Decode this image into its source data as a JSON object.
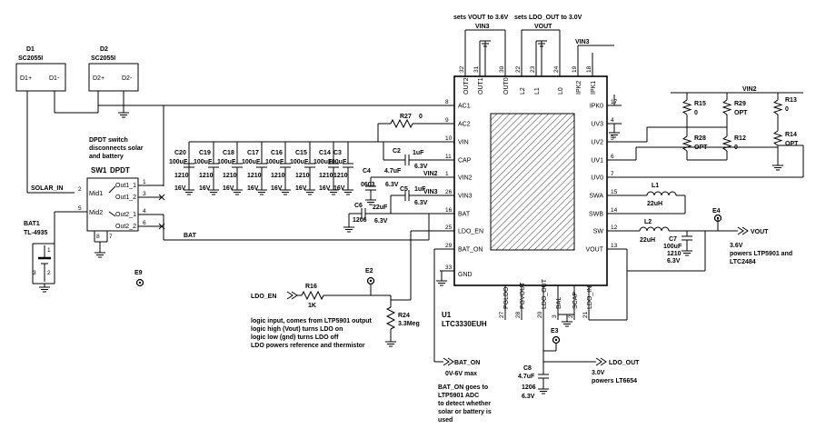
{
  "top_note_1": "sets VOUT to 3.6V",
  "top_note_2": "sets LDO_OUT to 3.0V",
  "vin3_a": "VIN3",
  "vout_top": "VOUT",
  "vin3_b": "VIN3",
  "vin2_label": "VIN2",
  "d1": {
    "ref": "D1",
    "part": "SC2055I",
    "pin1": "D1+",
    "pin2": "D1-"
  },
  "d2": {
    "ref": "D2",
    "part": "SC2055I",
    "pin1": "D2+",
    "pin2": "D2-"
  },
  "sw1_note": [
    "DPDT switch",
    "disconnects solar",
    "and battery"
  ],
  "sw1": {
    "ref": "SW1",
    "part": "DPDT",
    "mid1": "Mid1",
    "mid2": "Mid2",
    "out1_1": "Out1_1",
    "out1_2": "Out1_2",
    "out2_1": "Out2_1",
    "out2_2": "Out2_2",
    "p1": "1",
    "p2": "2",
    "p3": "3",
    "p4": "4",
    "p5": "5",
    "p6": "6",
    "p7": "7",
    "p8": "8"
  },
  "solar_in": "SOLAR_IN",
  "bat_net": "BAT",
  "bat1": {
    "ref": "BAT1",
    "part": "TL-4935",
    "pin1": "1",
    "pin2": "2",
    "pin3": "3"
  },
  "e9": "E9",
  "caps": [
    {
      "ref": "C20",
      "val": "100uF",
      "pkg": "1210",
      "v": "16V"
    },
    {
      "ref": "C19",
      "val": "100uF",
      "pkg": "1210",
      "v": "16V"
    },
    {
      "ref": "C18",
      "val": "100uF",
      "pkg": "1210",
      "v": "16V"
    },
    {
      "ref": "C17",
      "val": "100uF",
      "pkg": "1210",
      "v": "16V"
    },
    {
      "ref": "C16",
      "val": "100uF",
      "pkg": "1210",
      "v": "16V"
    },
    {
      "ref": "C15",
      "val": "100uF",
      "pkg": "1210",
      "v": "16V"
    },
    {
      "ref": "C14",
      "val": "100uF",
      "pkg": "1210",
      "v": "16V"
    },
    {
      "ref": "C3",
      "val": "100uF",
      "pkg": "1210",
      "v": "16V"
    }
  ],
  "r27": {
    "ref": "R27",
    "val": "0"
  },
  "c2": {
    "ref": "C2",
    "val": "1uF",
    "v": "6.3V"
  },
  "c4": {
    "ref": "C4",
    "val": "4.7uF",
    "pkg": "0603",
    "v": "6.3V"
  },
  "c5": {
    "ref": "C5",
    "val": "1uF",
    "v": "6.3V"
  },
  "c6": {
    "ref": "C6",
    "val": "22uF",
    "pkg": "1206",
    "v": "6.3V"
  },
  "vin2_net": "VIN2",
  "vin3_net": "VIN3",
  "u1": {
    "ref": "U1",
    "part": "LTC3330EUH",
    "left_pins": [
      {
        "num": "8",
        "name": "AC1"
      },
      {
        "num": "9",
        "name": "AC2"
      },
      {
        "num": "10",
        "name": "VIN"
      },
      {
        "num": "11",
        "name": "CAP"
      },
      {
        "num": "1",
        "name": "VIN2"
      },
      {
        "num": "26",
        "name": "VIN3"
      },
      {
        "num": "16",
        "name": "BAT"
      },
      {
        "num": "25",
        "name": "LDO_EN"
      },
      {
        "num": "29",
        "name": "BAT_ON"
      }
    ],
    "gnd_pin": {
      "num": "33",
      "name": "GND"
    },
    "top_pins": [
      {
        "num": "32",
        "name": "OUT2"
      },
      {
        "num": "31",
        "name": "OUT1"
      },
      {
        "num": "30",
        "name": "OUT0"
      },
      {
        "num": "22",
        "name": "L2"
      },
      {
        "num": "23",
        "name": "L1"
      },
      {
        "num": "24",
        "name": "L0"
      },
      {
        "num": "19",
        "name": "IPK2"
      },
      {
        "num": "18",
        "name": "IPK1"
      }
    ],
    "right_pins": [
      {
        "num": "17",
        "name": "IPK0"
      },
      {
        "num": "4",
        "name": "UV3"
      },
      {
        "num": "5",
        "name": "UV2"
      },
      {
        "num": "6",
        "name": "UV1"
      },
      {
        "num": "7",
        "name": "UV0"
      },
      {
        "num": "15",
        "name": "SWA"
      },
      {
        "num": "14",
        "name": "SWB"
      },
      {
        "num": "12",
        "name": "SW"
      },
      {
        "num": "13",
        "name": "VOUT"
      }
    ],
    "bottom_pins": [
      {
        "num": "27",
        "name": "PGLDO"
      },
      {
        "num": "28",
        "name": "PGVOUT"
      },
      {
        "num": "20",
        "name": "LDO_OUT"
      },
      {
        "num": "3",
        "name": "BAL"
      },
      {
        "num": "2",
        "name": "SCAP"
      },
      {
        "num": "21",
        "name": "LDO_IN"
      }
    ]
  },
  "l1": {
    "ref": "L1",
    "val": "22uH"
  },
  "l2": {
    "ref": "L2",
    "val": "22uH"
  },
  "c7": {
    "ref": "C7",
    "val": "100uF",
    "pkg": "1210",
    "v": "6.3V"
  },
  "e4": "E4",
  "vout_net": "VOUT",
  "vout_note": [
    "3.6V",
    "powers LTP5901 and",
    "LTC2484"
  ],
  "r15": {
    "ref": "R15",
    "val": "0"
  },
  "r28": {
    "ref": "R28",
    "val": "OPT"
  },
  "r29": {
    "ref": "R29",
    "val": "OPT"
  },
  "r12": {
    "ref": "R12",
    "val": "0"
  },
  "r13": {
    "ref": "R13",
    "val": "0"
  },
  "r14": {
    "ref": "R14",
    "val": "OPT"
  },
  "ldo_en_net": "LDO_EN",
  "r16": {
    "ref": "R16",
    "val": "1K"
  },
  "e2": "E2",
  "r24": {
    "ref": "R24",
    "val": "3.3Meg"
  },
  "logic_note": [
    "logic input, comes from LTP5901 output",
    "logic high (Vout) turns LDO on",
    "logic low (gnd) turns LDO off",
    "LDO powers reference and thermistor"
  ],
  "e3": "E3",
  "ldo_out_net": "LDO_OUT",
  "ldo_note": [
    "3.0V",
    "powers LT6654"
  ],
  "c8": {
    "ref": "C8",
    "val": "4.7uF",
    "pkg": "1206",
    "v": "6.3V"
  },
  "bat_on_net": "BAT_ON",
  "bat_on_range": "0V-6V max",
  "bat_on_note": [
    "BAT_ON goes to",
    "LTP5901 ADC",
    "to detect whether",
    "solar or battery is",
    "used"
  ]
}
